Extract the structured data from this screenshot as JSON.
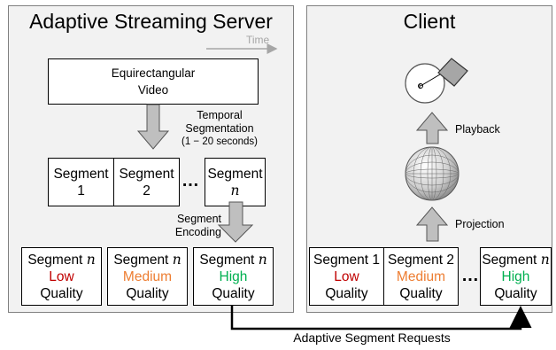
{
  "colors": {
    "low": "#c00000",
    "medium": "#ed7d31",
    "high": "#00b050",
    "panel_fill": "#f2f2f2",
    "arrow_fill": "#bfbfbf"
  },
  "server": {
    "title": "Adaptive Streaming Server",
    "time_label": "Time",
    "video_line1": "Equirectangular",
    "video_line2": "Video",
    "temporal_line1": "Temporal",
    "temporal_line2": "Segmentation",
    "temporal_line3": "(1 − 20 seconds)",
    "segments": [
      {
        "label": "Segment",
        "num": "1"
      },
      {
        "label": "Segment",
        "num": "2"
      },
      {
        "label": "Segment",
        "num": "n"
      }
    ],
    "ellipsis": "…",
    "encoding_line1": "Segment",
    "encoding_line2": "Encoding",
    "quality_boxes": [
      {
        "label": "Segment",
        "num": "n",
        "level": "Low",
        "quality": "Quality"
      },
      {
        "label": "Segment",
        "num": "n",
        "level": "Medium",
        "quality": "Quality"
      },
      {
        "label": "Segment",
        "num": "n",
        "level": "High",
        "quality": "Quality"
      }
    ]
  },
  "client": {
    "title": "Client",
    "playback_label": "Playback",
    "projection_label": "Projection",
    "segments": [
      {
        "label": "Segment 1",
        "level": "Low",
        "quality": "Quality"
      },
      {
        "label": "Segment 2",
        "level": "Medium",
        "quality": "Quality"
      },
      {
        "label": "Segment",
        "num": "n",
        "level": "High",
        "quality": "Quality"
      }
    ],
    "ellipsis": "…"
  },
  "requests_label": "Adaptive Segment Requests"
}
